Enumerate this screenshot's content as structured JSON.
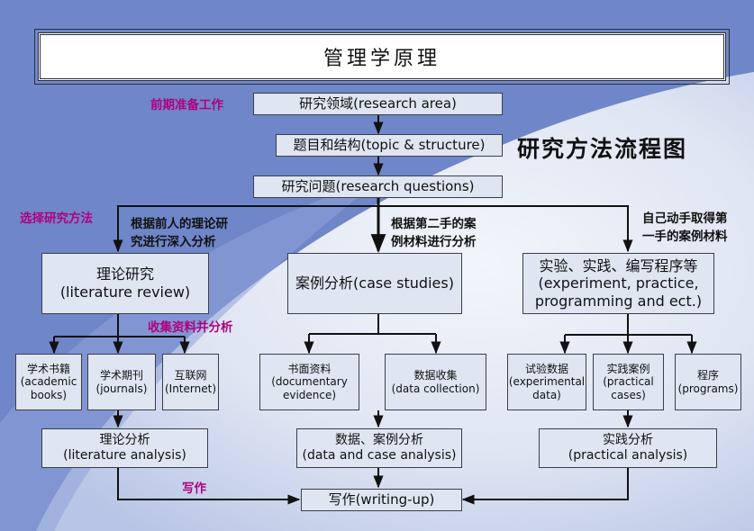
{
  "header": {
    "title": "管理学原理",
    "subtitle": "研究方法流程图"
  },
  "labels": {
    "preparation": "前期准备工作",
    "choose_method": "选择研究方法",
    "collect_analyze": "收集资料并分析",
    "writing": "写作"
  },
  "notes": {
    "previous": [
      "根据前人的理论研",
      "究进行深入分析"
    ],
    "secondhand": [
      "根据第二手的案",
      "例材料进行分析"
    ],
    "firsthand": [
      "自己动手取得第",
      "一手的案例材料"
    ]
  },
  "steps": {
    "research_area": "研究领域(research area)",
    "topic_structure": "题目和结构(topic & structure)",
    "research_questions": "研究问题(research questions)",
    "writing_up": "写作(writing-up)"
  },
  "methods": {
    "literature": [
      "理论研究",
      "(literature review)"
    ],
    "case": [
      "案例分析(case studies)"
    ],
    "practice": [
      "实验、实践、编写程序等",
      "(experiment, practice,",
      "programming and ect.)"
    ]
  },
  "sources": {
    "books": [
      "学术书籍",
      "(academic",
      "books)"
    ],
    "journals": [
      "学术期刊",
      "(journals)"
    ],
    "internet": [
      "互联网",
      "(Internet)"
    ],
    "documentary": [
      "书面资料",
      "(documentary",
      "evidence)"
    ],
    "data_collection": [
      "数据收集",
      "(data collection)"
    ],
    "experimental": [
      "试验数据",
      "(experimental",
      "data)"
    ],
    "practical_cases": [
      "实践案例",
      "(practical",
      "cases)"
    ],
    "programs": [
      "程序",
      "(programs)"
    ]
  },
  "analyses": {
    "literature": [
      "理论分析",
      "(literature analysis)"
    ],
    "data_case": [
      "数据、案例分析",
      "(data and case analysis)"
    ],
    "practical": [
      "实践分析",
      "(practical analysis)"
    ]
  },
  "colors": {
    "accent_label": "#b00080",
    "box_fill": "#dfe6f2",
    "background": "#6f86c9"
  }
}
